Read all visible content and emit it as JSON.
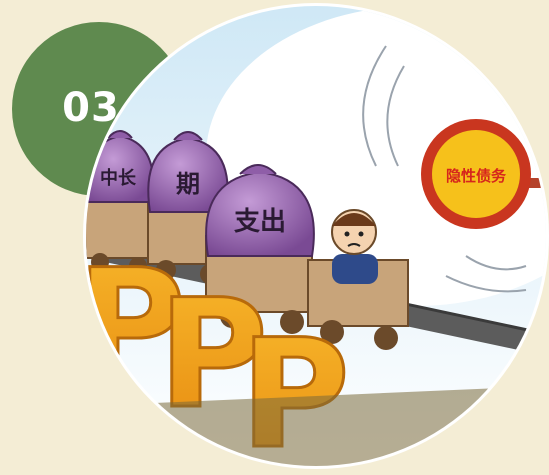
{
  "badge": {
    "number": "03"
  },
  "illustration": {
    "bags": [
      "中长",
      "期",
      "支出"
    ],
    "sign": "隐性债务",
    "letters": [
      "P",
      "P",
      "P"
    ]
  },
  "colors": {
    "background": "#f4edd5",
    "badge": "#5f8a4f",
    "letters": "#f2a41c",
    "bags": "#8f5ea8",
    "sign_ring": "#c9361f",
    "sign_face": "#f6c11b"
  }
}
